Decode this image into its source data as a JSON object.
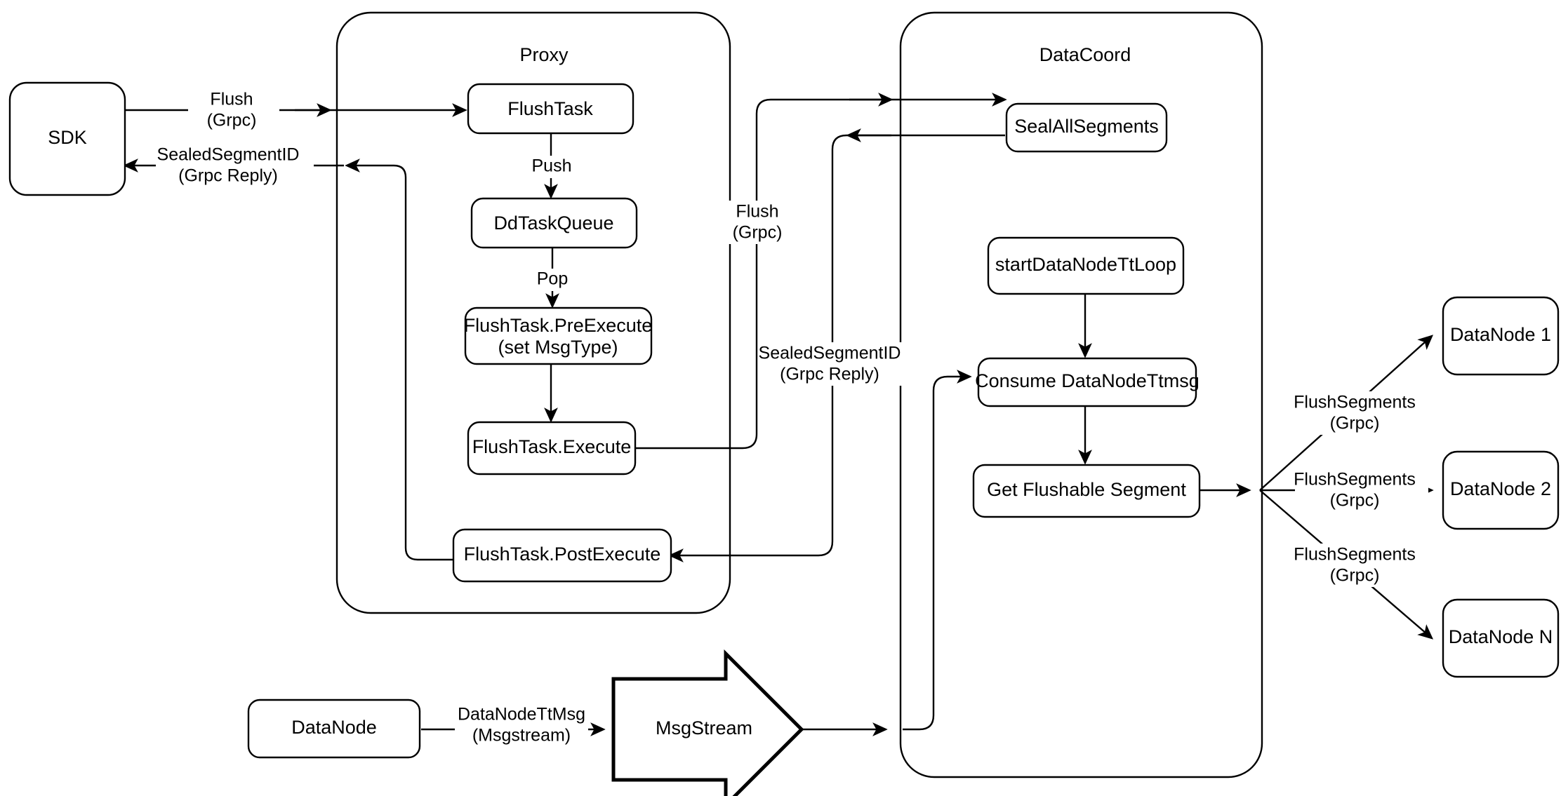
{
  "diagram": {
    "title": "Milvus Flush Flow",
    "background_color": "#ffffff",
    "stroke_color": "#000000"
  },
  "groups": {
    "proxy": {
      "label": "Proxy"
    },
    "datacoord": {
      "label": "DataCoord"
    }
  },
  "nodes": {
    "sdk": {
      "label": "SDK"
    },
    "flush_task": {
      "label": "FlushTask"
    },
    "dd_task_queue": {
      "label": "DdTaskQueue"
    },
    "pre_execute_line1": {
      "label": "FlushTask.PreExecute"
    },
    "pre_execute_line2": {
      "label": "(set MsgType)"
    },
    "execute": {
      "label": "FlushTask.Execute"
    },
    "post_execute": {
      "label": "FlushTask.PostExecute"
    },
    "seal_all_segments": {
      "label": "SealAllSegments"
    },
    "start_datanode_tt_loop": {
      "label": "startDataNodeTtLoop"
    },
    "consume_datanode_ttmsg": {
      "label": "Consume DataNodeTtmsg"
    },
    "get_flushable_segment": {
      "label": "Get Flushable Segment"
    },
    "datanode_source": {
      "label": "DataNode"
    },
    "msgstream": {
      "label": "MsgStream"
    },
    "datanode_1": {
      "label": "DataNode 1"
    },
    "datanode_2": {
      "label": "DataNode 2"
    },
    "datanode_n": {
      "label": "DataNode N"
    }
  },
  "edges": {
    "sdk_to_proxy_line1": {
      "label": "Flush"
    },
    "sdk_to_proxy_line2": {
      "label": "(Grpc)"
    },
    "proxy_to_sdk_line1": {
      "label": "SealedSegmentID"
    },
    "proxy_to_sdk_line2": {
      "label": "(Grpc Reply)"
    },
    "flush_push": {
      "label": "Push"
    },
    "queue_pop": {
      "label": "Pop"
    },
    "proxy_to_coord_line1": {
      "label": "Flush"
    },
    "proxy_to_coord_line2": {
      "label": "(Grpc)"
    },
    "coord_to_proxy_line1": {
      "label": "SealedSegmentID"
    },
    "coord_to_proxy_line2": {
      "label": "(Grpc Reply)"
    },
    "datanode_ttmsg_line1": {
      "label": "DataNodeTtMsg"
    },
    "datanode_ttmsg_line2": {
      "label": "(Msgstream)"
    },
    "flush_segments_1_line1": {
      "label": "FlushSegments"
    },
    "flush_segments_1_line2": {
      "label": "(Grpc)"
    },
    "flush_segments_2_line1": {
      "label": "FlushSegments"
    },
    "flush_segments_2_line2": {
      "label": "(Grpc)"
    },
    "flush_segments_n_line1": {
      "label": "FlushSegments"
    },
    "flush_segments_n_line2": {
      "label": "(Grpc)"
    }
  }
}
